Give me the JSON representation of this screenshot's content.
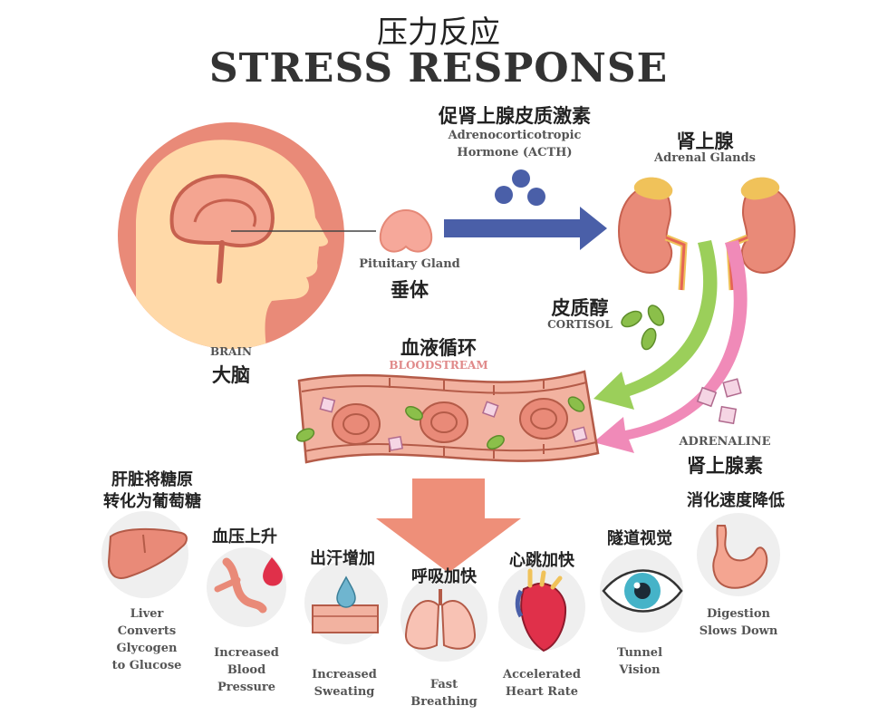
{
  "title": {
    "zh": "压力反应",
    "en": "STRESS RESPONSE"
  },
  "acth": {
    "zh": "促肾上腺皮质激素",
    "en": "Adrenocorticotropic\nHormone (ACTH)"
  },
  "adrenal": {
    "zh": "肾上腺",
    "en": "Adrenal Glands"
  },
  "pituitary": {
    "en": "Pituitary Gland",
    "zh": "垂体"
  },
  "brain": {
    "en": "BRAIN",
    "zh": "大脑"
  },
  "cortisol": {
    "zh": "皮质醇",
    "en": "CORTISOL"
  },
  "bloodstream": {
    "zh": "血液循环",
    "en": "BLOODSTREAM"
  },
  "adrenaline": {
    "en": "ADRENALINE",
    "zh": "肾上腺素"
  },
  "effects": {
    "liver": {
      "zh": "肝脏将糖原\n转化为葡萄糖",
      "en": "Liver\nConverts\nGlycogen\nto Glucose"
    },
    "blood_pressure": {
      "zh": "血压上升",
      "en": "Increased\nBlood\nPressure"
    },
    "sweating": {
      "zh": "出汗增加",
      "en": "Increased\nSweating"
    },
    "breathing": {
      "zh": "呼吸加快",
      "en": "Fast\nBreathing"
    },
    "heart": {
      "zh": "心跳加快",
      "en": "Accelerated\nHeart Rate"
    },
    "vision": {
      "zh": "隧道视觉",
      "en": "Tunnel\nVision"
    },
    "digestion": {
      "zh": "消化速度降低",
      "en": "Digestion\nSlows Down"
    }
  },
  "colors": {
    "brain_circle": "#e98a78",
    "arrow_blue": "#4a5fa8",
    "arrow_green": "#9bcf5a",
    "arrow_pink": "#f08ab8",
    "adrenal_yellow": "#f0c25a",
    "kidney": "#e98a78",
    "vessel": "#f2b2a0",
    "down_arrow": "#ee8f79",
    "icon_circle": "#efefef",
    "eye_iris": "#45b3c8"
  }
}
